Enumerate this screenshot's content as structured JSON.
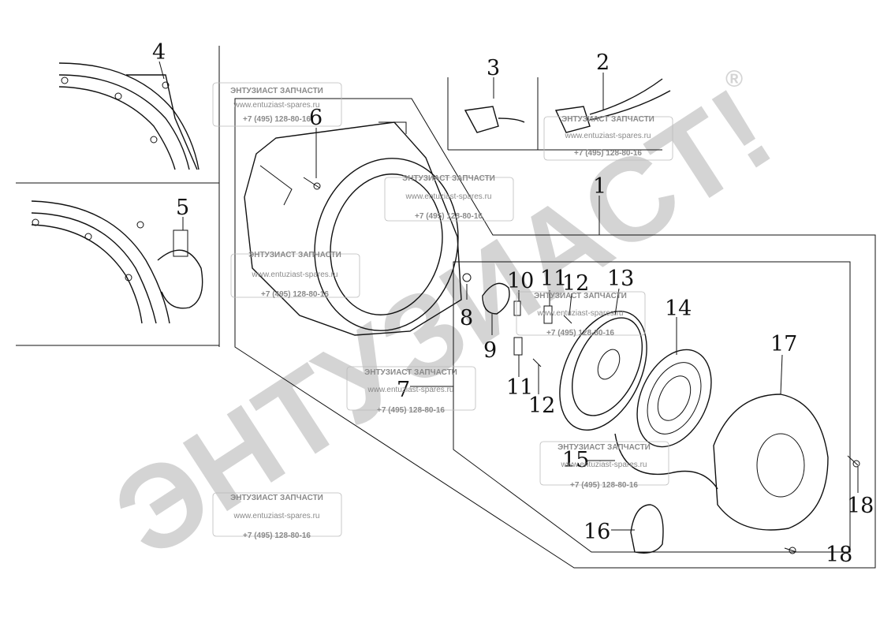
{
  "watermark": {
    "big_text": "ЭНТУЗИАСТ!",
    "title": "ЭНТУЗИАСТ ЗАПЧАСТИ",
    "url": "www.entuziast-spares.ru",
    "phone": "+7 (495) 128-80-16",
    "registered": "®"
  },
  "parts": [
    {
      "id": "p1",
      "label": "1"
    },
    {
      "id": "p2",
      "label": "2"
    },
    {
      "id": "p3",
      "label": "3"
    },
    {
      "id": "p4",
      "label": "4"
    },
    {
      "id": "p5",
      "label": "5"
    },
    {
      "id": "p6",
      "label": "6"
    },
    {
      "id": "p7",
      "label": "7"
    },
    {
      "id": "p8",
      "label": "8"
    },
    {
      "id": "p9",
      "label": "9"
    },
    {
      "id": "p10",
      "label": "10"
    },
    {
      "id": "p11a",
      "label": "11"
    },
    {
      "id": "p11b",
      "label": "11"
    },
    {
      "id": "p12a",
      "label": "12"
    },
    {
      "id": "p12b",
      "label": "12"
    },
    {
      "id": "p13",
      "label": "13"
    },
    {
      "id": "p14",
      "label": "14"
    },
    {
      "id": "p15",
      "label": "15"
    },
    {
      "id": "p16",
      "label": "16"
    },
    {
      "id": "p17",
      "label": "17"
    },
    {
      "id": "p18a",
      "label": "18"
    },
    {
      "id": "p18b",
      "label": "18"
    }
  ]
}
